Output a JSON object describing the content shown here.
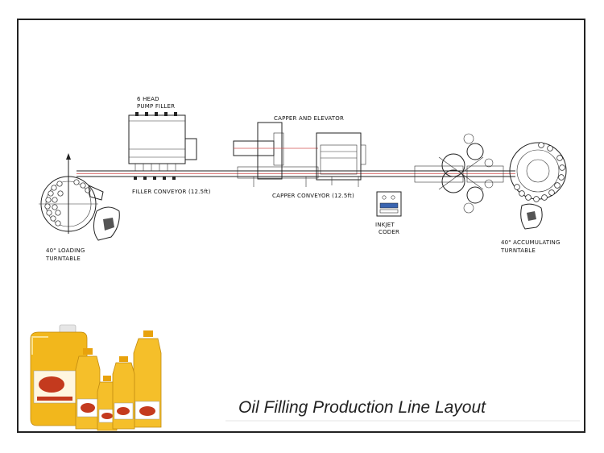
{
  "diagram": {
    "title": "Oil Filling Production Line Layout",
    "labels": {
      "pump_filler_1": "6 HEAD",
      "pump_filler_2": "PUMP FILLER",
      "capper": "CAPPER AND ELEVATOR",
      "filler_conveyor": "FILLER CONVEYOR (12.5ft)",
      "capper_conveyor": "CAPPER CONVEYOR (12.5ft)",
      "inkjet_1": "INKJET",
      "inkjet_2": "CODER",
      "loading_1": "40\" LOADING",
      "loading_2": "TURNTABLE",
      "accum_1": "40\" ACCUMULATING",
      "accum_2": "TURNTABLE"
    }
  },
  "colors": {
    "line": "#222222",
    "conveyor_accent": "#d05050",
    "oil": "#f2b71c",
    "label_red": "#c43a1e"
  },
  "icons": [
    "loading-turntable-icon",
    "accumulating-turntable-icon",
    "pump-filler-icon",
    "capper-icon",
    "inkjet-coder-icon",
    "labeler-icon",
    "oil-bottles-photo"
  ]
}
